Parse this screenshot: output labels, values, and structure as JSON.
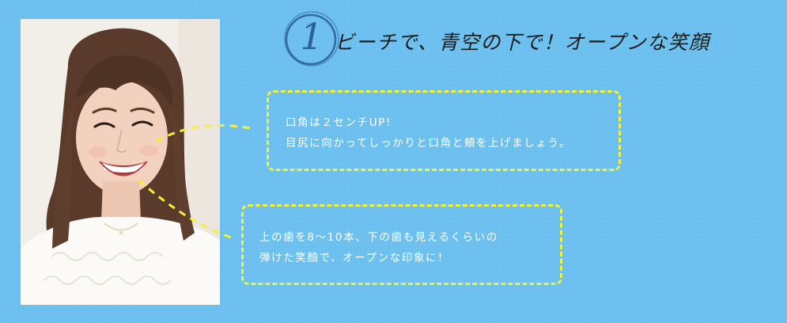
{
  "heading": {
    "step_number": "1",
    "title": "ビーチで、青空の下で！オープンな笑顔"
  },
  "tips": [
    {
      "lines": [
        "口角は２センチUP!",
        "目尻に向かってしっかりと口角と頬を上げましょう。"
      ]
    },
    {
      "lines": [
        "上の歯を8〜10本、下の歯も見えるくらいの",
        "弾けた笑顔で、オープンな印象に！"
      ]
    }
  ],
  "colors": {
    "background": "#6cc0ef",
    "dashed_border": "#f3f239",
    "tip_text": "#ffffff",
    "title_text": "#1d1d1d",
    "badge": "#2f5fa0"
  },
  "icons": {
    "step_badge": "circle-badge-icon"
  }
}
